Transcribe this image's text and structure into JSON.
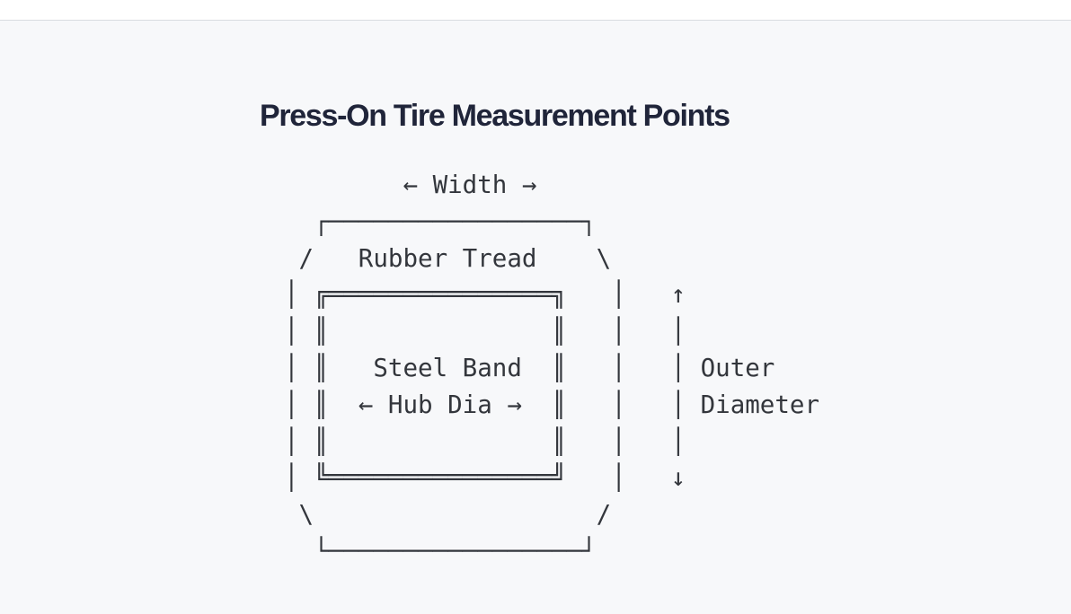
{
  "main": {
    "title": "Press-On Tire Measurement Points"
  },
  "diagram": {
    "ascii_lines": [
      "        ← Width →",
      "  ┌─────────────────┐",
      " /   Rubber Tread    \\",
      "│ ╔═══════════════╗   │   ↑",
      "│ ║               ║   │   │",
      "│ ║   Steel Band  ║   │   │ Outer",
      "│ ║  ← Hub Dia →  ║   │   │ Diameter",
      "│ ║               ║   │   │",
      "│ ╚═══════════════╝   │   ↓",
      " \\                   /",
      "  └─────────────────┘"
    ],
    "labels": {
      "width": "← Width →",
      "rubber_tread": "Rubber Tread",
      "steel_band": "Steel Band",
      "hub_dia": "← Hub Dia →",
      "outer_diameter_line1": "Outer",
      "outer_diameter_line2": "Diameter"
    }
  },
  "colors": {
    "page_background": "#f7f8fa",
    "header_background": "#ffffff",
    "header_border": "#d9dce1",
    "title_text": "#20253a",
    "diagram_text": "#33363c"
  }
}
